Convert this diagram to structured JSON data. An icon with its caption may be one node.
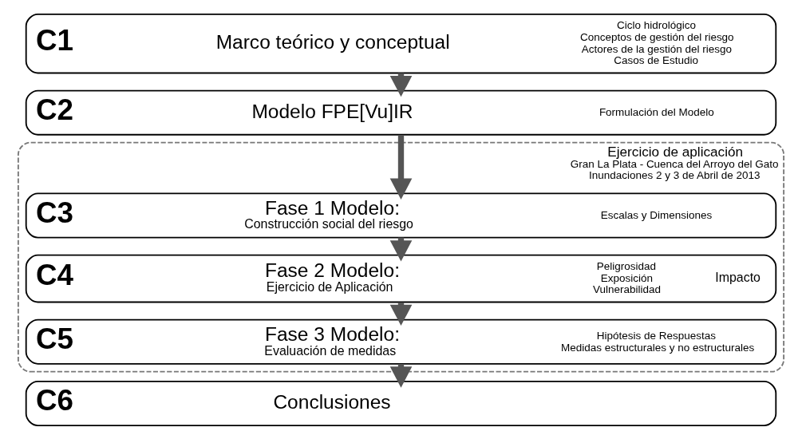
{
  "diagram": {
    "nodes": [
      {
        "text": [
          "C1",
          "Marco teórico y conceptual",
          "Ciclo hidrológico",
          "Conceptos de gestión del riesgo",
          "Actores de la gestión del riesgo",
          "Casos de Estudio"
        ]
      },
      {
        "text": [
          "C2",
          "Modelo FPE[Vu]IR",
          "Formulación del Modelo"
        ]
      },
      {
        "text": [
          "Ejercicio de aplicación",
          "Gran La Plata - Cuenca del Arroyo del Gato",
          "Inundaciones 2 y 3 de Abril de 2013"
        ]
      },
      {
        "text": [
          "C3",
          "Fase 1 Modelo:",
          "Construcción social del riesgo",
          "Escalas y Dimensiones"
        ],
        "in": 2
      },
      {
        "text": [
          "C4",
          "Fase 2 Modelo:",
          "Ejercicio de Aplicación",
          "Peligrosidad",
          "Exposición",
          "Vulnerabilidad",
          "Impacto"
        ],
        "in": 2
      },
      {
        "text": [
          "C5",
          "Fase 3 Modelo:",
          "Evaluación de medidas",
          "Hipótesis de Respuestas",
          "Medidas estructurales y no estructurales"
        ],
        "in": 2
      },
      {
        "text": [
          "C6",
          "Conclusiones"
        ]
      }
    ],
    "edges": [
      {
        "from": 0,
        "to": 1,
        "arrow": "to"
      },
      {
        "from": 1,
        "to": 3,
        "arrow": "to"
      },
      {
        "from": 3,
        "to": 4,
        "arrow": "to"
      },
      {
        "from": 4,
        "to": 5,
        "arrow": "to"
      },
      {
        "from": 5,
        "to": 6,
        "arrow": "to"
      }
    ]
  }
}
